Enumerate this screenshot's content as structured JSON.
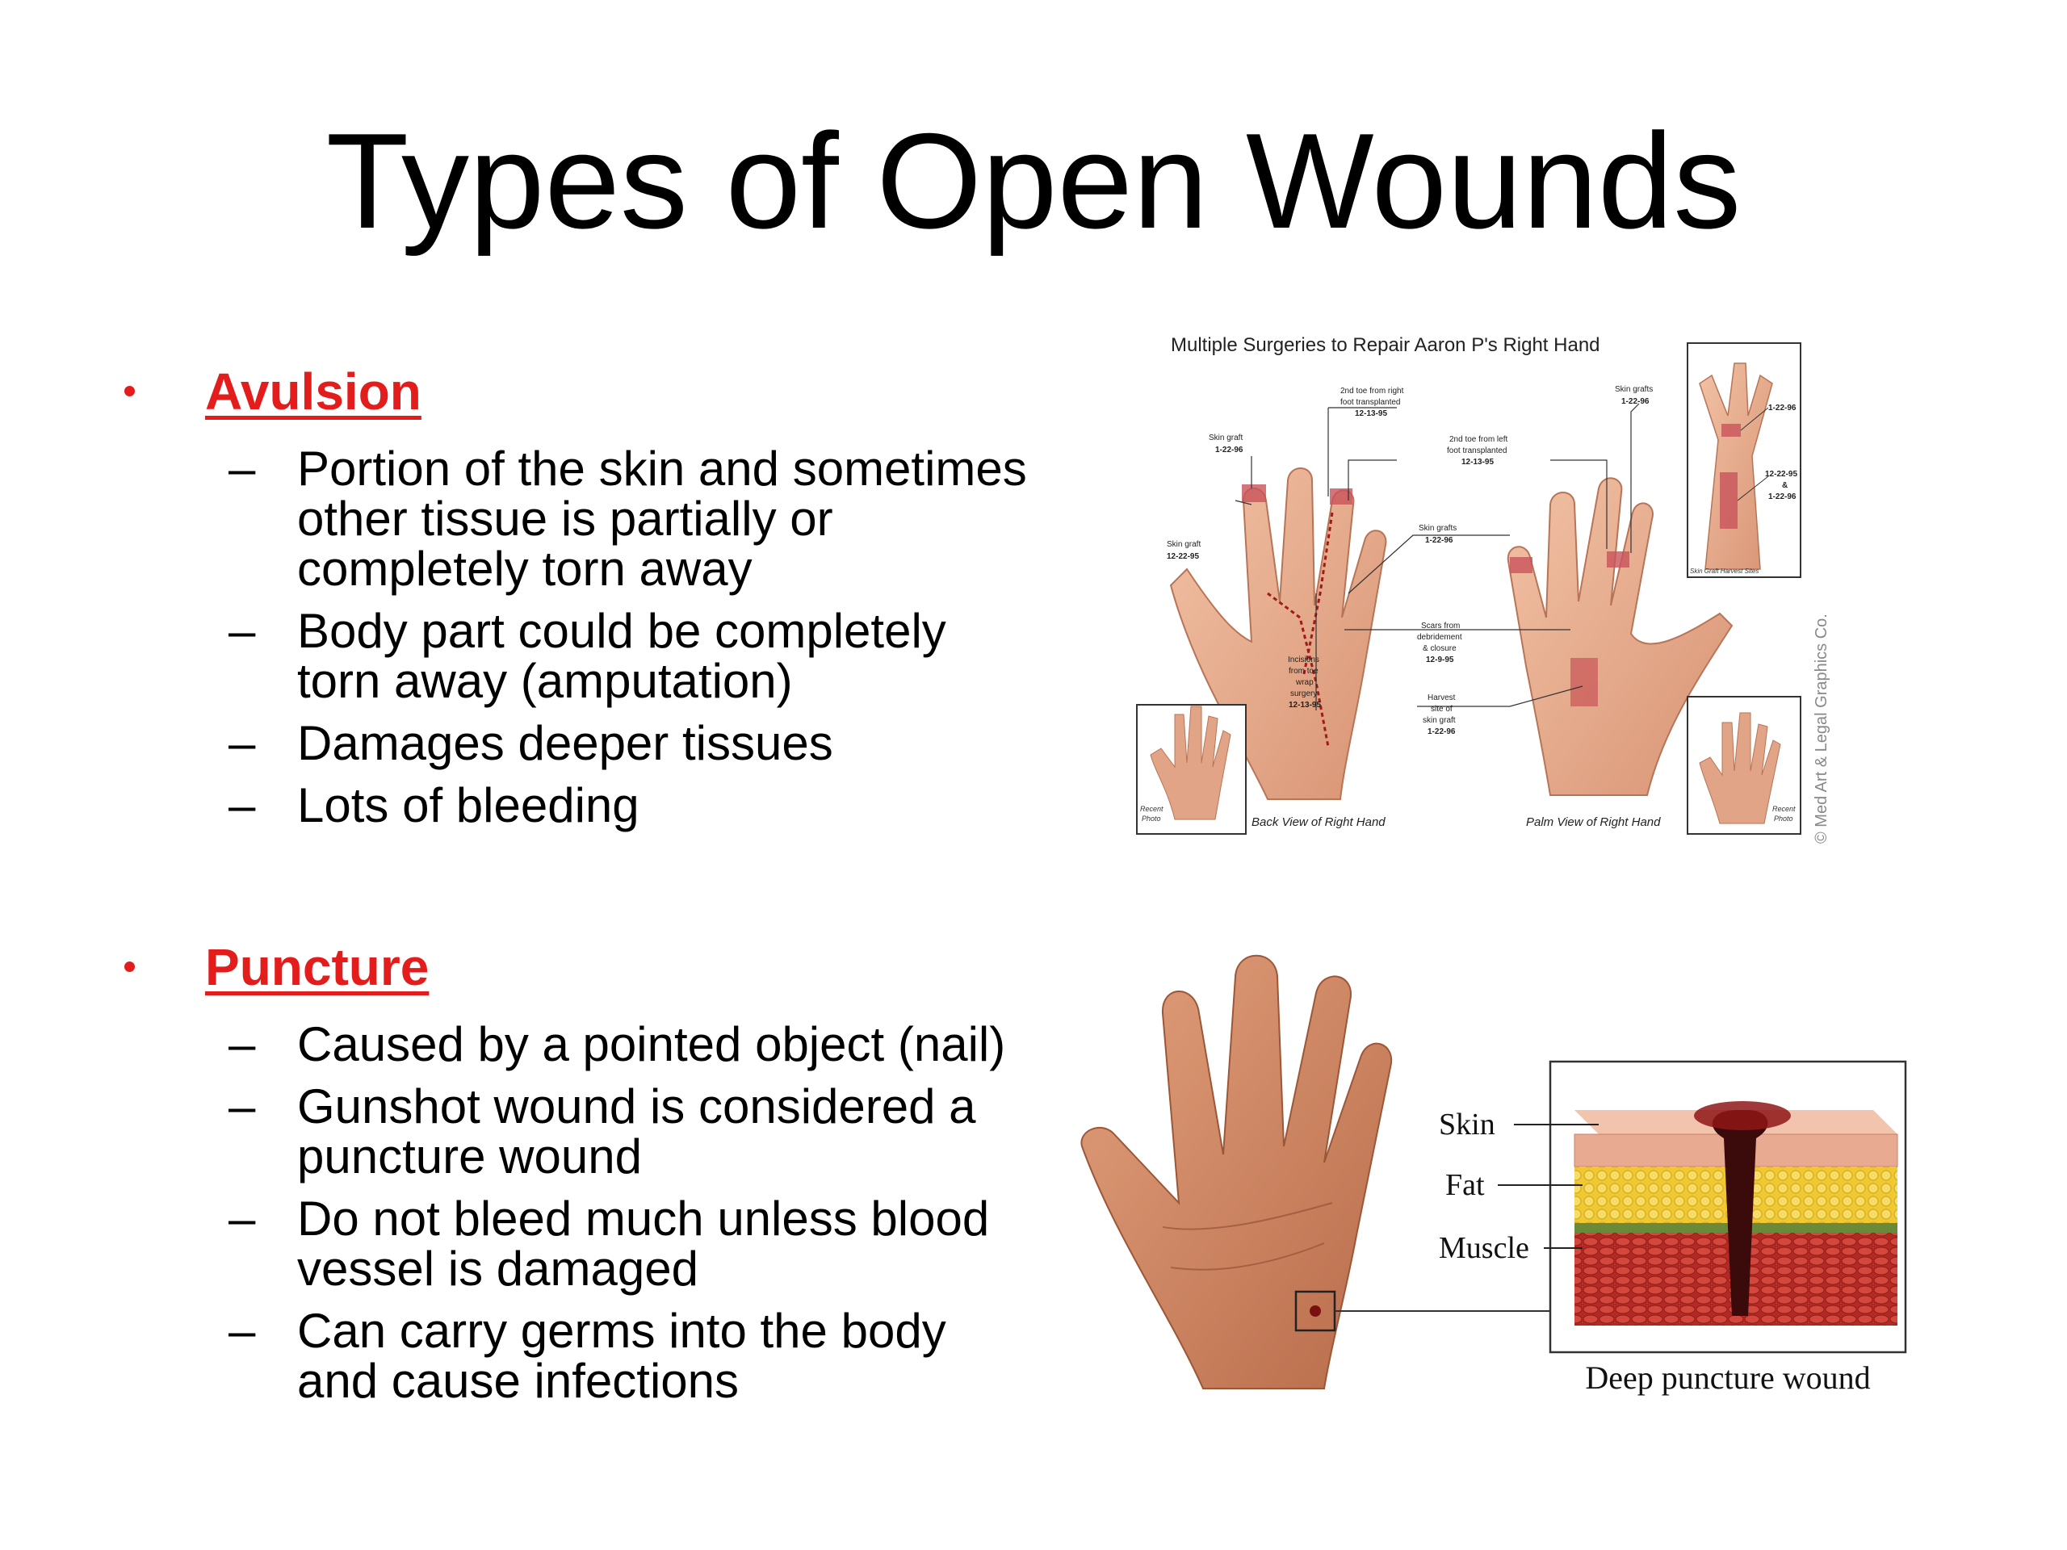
{
  "title": "Types of Open Wounds",
  "colors": {
    "accent": "#e31c1c",
    "skin": "#e8a98a",
    "skin_dark": "#c57f61",
    "wound": "#a21919"
  },
  "sections": [
    {
      "heading": "Avulsion",
      "items": [
        "Portion of the skin and sometimes other tissue is partially or completely torn away",
        "Body part could be completely torn away (amputation)",
        "Damages deeper tissues",
        "Lots of bleeding"
      ]
    },
    {
      "heading": "Puncture",
      "items": [
        "Caused by a pointed object (nail)",
        "Gunshot wound is considered a puncture wound",
        "Do not bleed much unless blood vessel is damaged",
        "Can carry germs into the body and cause infections"
      ]
    }
  ],
  "dash_symbol": "–",
  "bullet_symbol": "•",
  "figure1": {
    "title": "Multiple Surgeries to Repair Aaron P's Right Hand",
    "labels": {
      "toe_right_l1": "2nd toe from right",
      "toe_right_l2": "foot transplanted",
      "toe_right_date": "12-13-95",
      "toe_left_l1": "2nd toe from left",
      "toe_left_l2": "foot transplanted",
      "toe_left_date": "12-13-95",
      "skin_graft_a": "Skin graft",
      "skin_graft_a_date": "1-22-96",
      "skin_graft_b": "Skin graft",
      "skin_graft_b_date": "12-22-95",
      "skin_grafts_top": "Skin grafts",
      "skin_grafts_top_date": "1-22-96",
      "skin_grafts_mid": "Skin grafts",
      "skin_grafts_mid_date": "1-22-96",
      "scars_l1": "Scars from",
      "scars_l2": "debridement",
      "scars_l3": "& closure",
      "scars_date": "12-9-95",
      "incisions_l1": "Incisions",
      "incisions_l2": "from toe",
      "incisions_l3": "wrap",
      "incisions_l4": "surgery",
      "incisions_date": "12-13-95",
      "harvest_l1": "Harvest",
      "harvest_l2": "site of",
      "harvest_l3": "skin graft",
      "harvest_date": "1-22-96",
      "arm_date_top": "1-22-96",
      "arm_date_mid": "12-22-95",
      "arm_amp": "&",
      "arm_date_low": "1-22-96",
      "harvest_sites_caption": "Skin Graft Harvest Sites",
      "back_view": "Back View of Right Hand",
      "palm_view": "Palm View of Right Hand",
      "recent_l1": "Recent",
      "recent_l2": "Photo",
      "copyright": "© Med Art & Legal Graphics Co."
    }
  },
  "figure2": {
    "labels": {
      "skin": "Skin",
      "fat": "Fat",
      "muscle": "Muscle"
    },
    "caption": "Deep puncture wound"
  }
}
